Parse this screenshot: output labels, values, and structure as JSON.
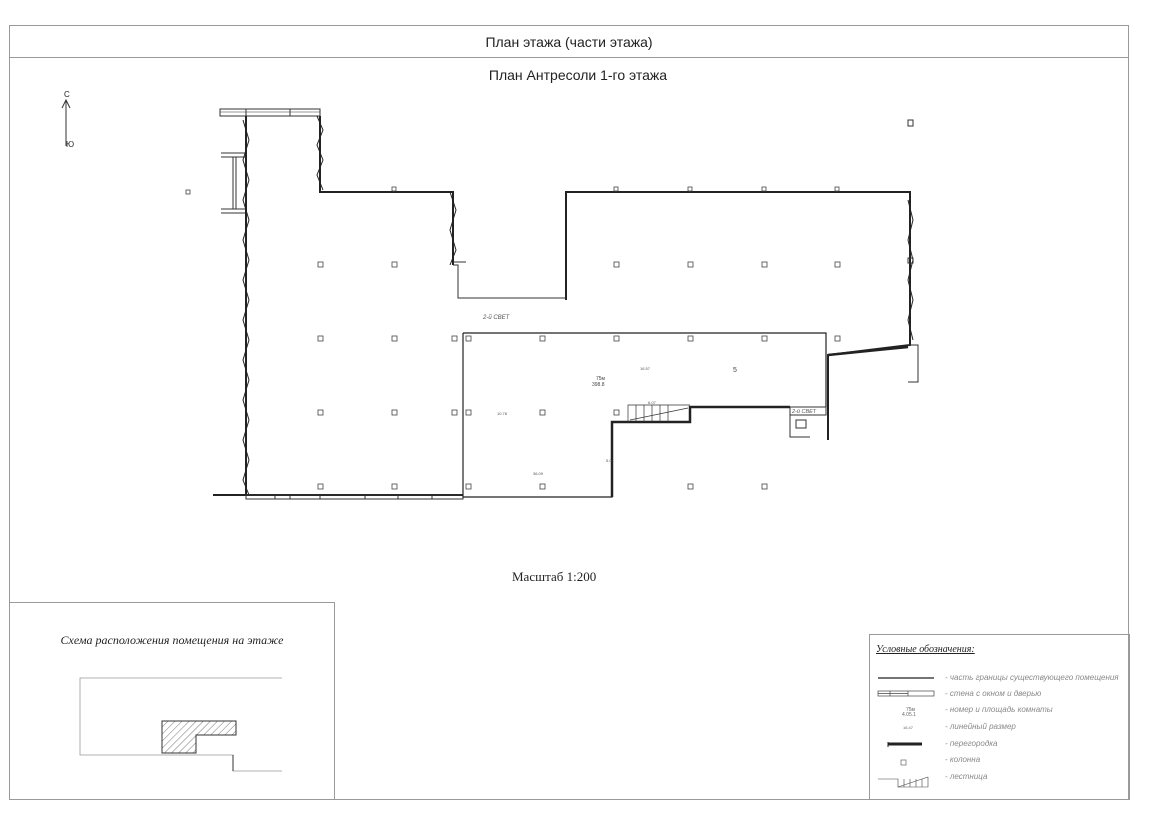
{
  "header": {
    "title": "План этажа (части этажа)"
  },
  "plan": {
    "title": "План Антресоли 1-го этажа",
    "compass": {
      "north": "С",
      "south": "Ю"
    },
    "labels": {
      "light_upper": "2-й СВЕТ",
      "light_right": "2-й СВЕТ",
      "room_number": "5",
      "room_area_top": "75м",
      "room_area_bottom": "398.8",
      "dim_center": "16.57",
      "dim_bottom": "36.09",
      "dim_left": "10.78",
      "dim_stairs": "6.07",
      "dim_right_wall": "5.0"
    },
    "scale": "Масштаб 1:200"
  },
  "scheme": {
    "title": "Схема расположения помещения на этаже"
  },
  "legend": {
    "title": "Условные обозначения:",
    "items": [
      {
        "icon": "solid-line-icon",
        "label": "- часть границы существующего помещения"
      },
      {
        "icon": "wall-window-door-icon",
        "label": "- стена с окном и дверью"
      },
      {
        "icon": "room-number-area-icon",
        "label": "- номер и площадь комнаты"
      },
      {
        "icon": "linear-dimension-icon",
        "label": "- линейный размер"
      },
      {
        "icon": "partition-icon",
        "label": "- перегородка"
      },
      {
        "icon": "column-icon",
        "label": "- колонна"
      },
      {
        "icon": "stairs-icon",
        "label": "- лестница"
      }
    ]
  }
}
